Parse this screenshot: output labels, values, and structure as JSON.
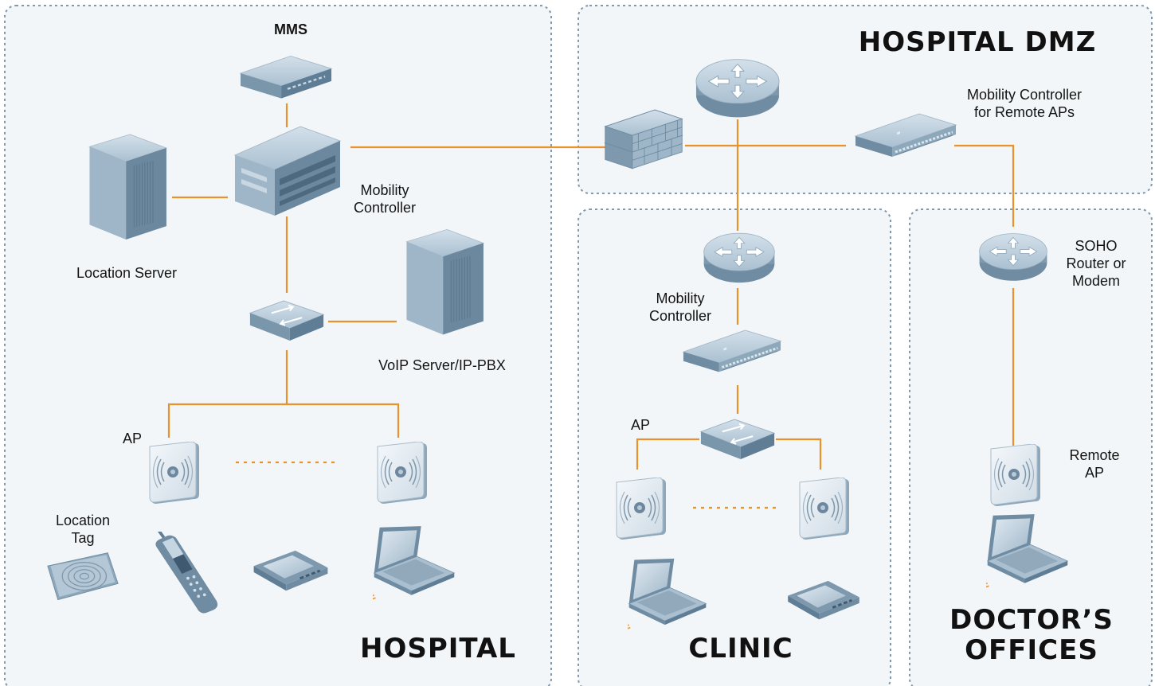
{
  "zones": {
    "hospital": "HOSPITAL",
    "dmz": "HOSPITAL DMZ",
    "clinic": "CLINIC",
    "doctors": "DOCTOR’S\nOFFICES"
  },
  "labels": {
    "mms": "MMS",
    "location_server": "Location Server",
    "mobility_controller_hospital": "Mobility\nController",
    "voip_server": "VoIP Server/IP-PBX",
    "ap_hospital": "AP",
    "location_tag": "Location\nTag",
    "mobility_controller_remote": "Mobility Controller\nfor Remote APs",
    "mobility_controller_clinic": "Mobility\nController",
    "ap_clinic": "AP",
    "soho_router": "SOHO\nRouter or\nModem",
    "remote_ap": "Remote\nAP"
  },
  "colors": {
    "link": "#e8922c",
    "zone_border": "#7f98ad",
    "zone_fill": "#f2f6f9",
    "device": "#8fa9bd",
    "device_dark": "#5f7d95",
    "device_light": "#c5d5e2"
  },
  "icons": [
    "server-icon",
    "router-icon",
    "switch-icon",
    "firewall-icon",
    "access-point-icon",
    "laptop-icon",
    "phone-icon",
    "pda-icon",
    "location-tag-icon"
  ]
}
